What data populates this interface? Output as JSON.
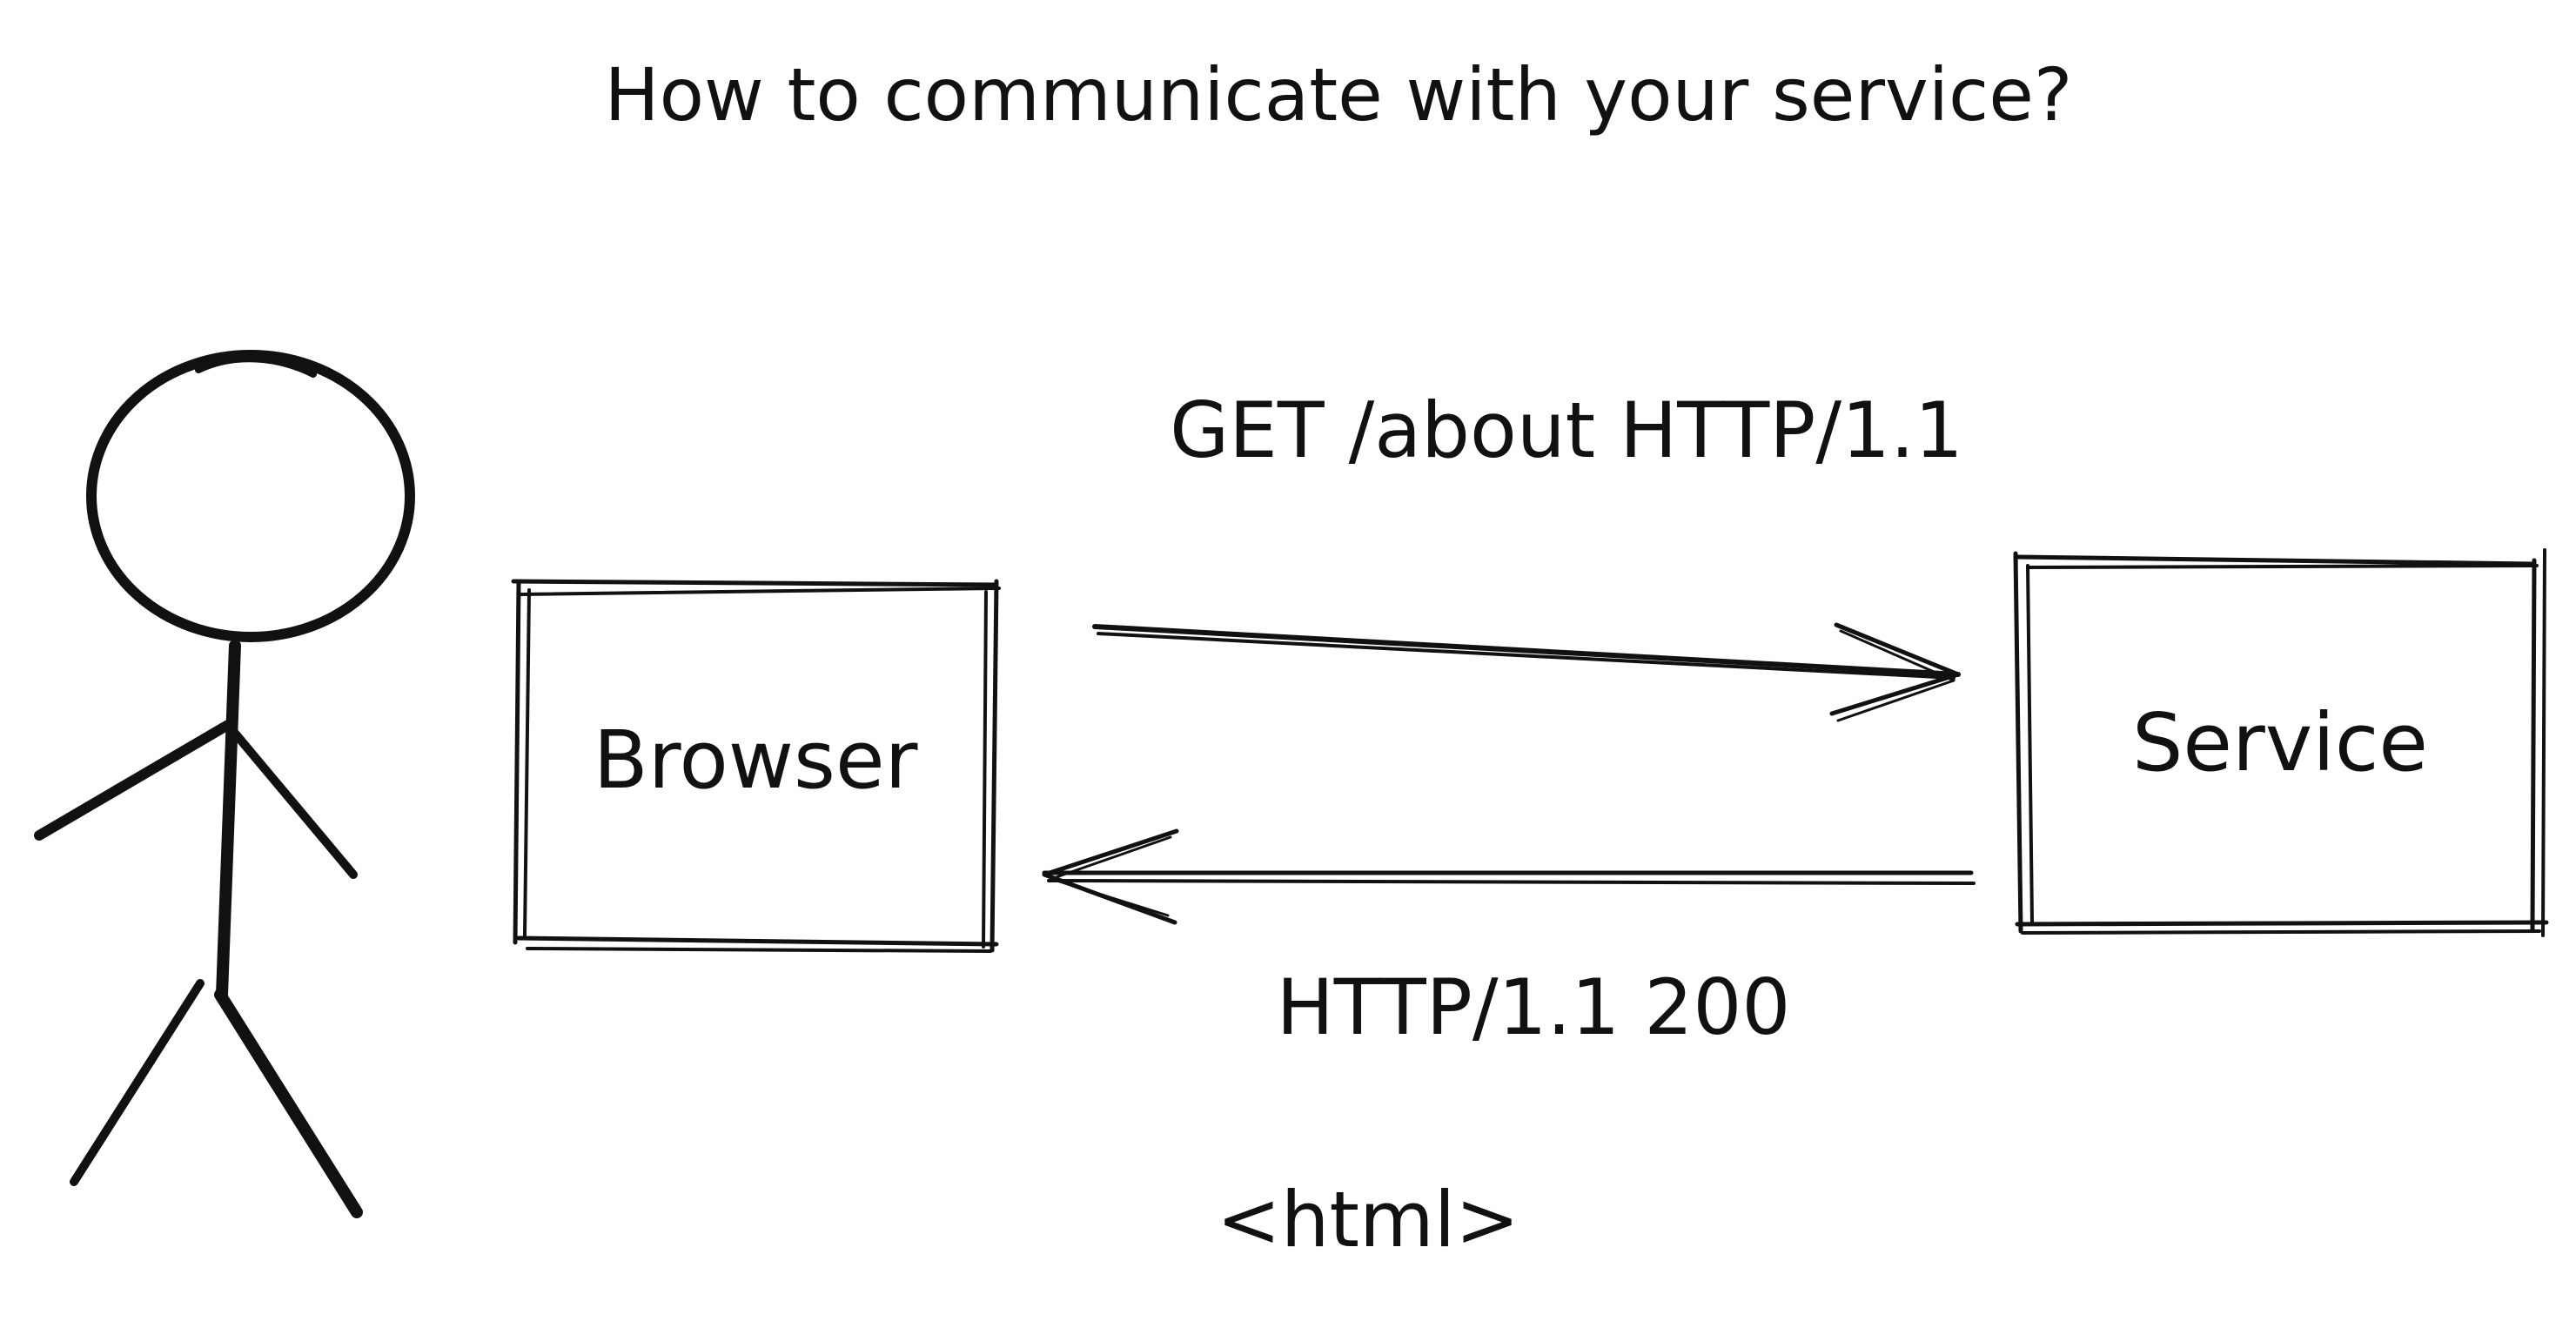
{
  "diagram": {
    "title": "How to communicate with your service?",
    "nodes": {
      "user": {
        "icon": "stick-figure-icon"
      },
      "browser": {
        "label": "Browser"
      },
      "service": {
        "label": "Service"
      }
    },
    "request": {
      "from": "browser",
      "to": "service",
      "label": "GET /about HTTP/1.1"
    },
    "response": {
      "from": "service",
      "to": "browser",
      "label": "HTTP/1.1 200",
      "body_label": "<html>"
    },
    "colors": {
      "ink": "#111111",
      "background": "#ffffff"
    }
  }
}
